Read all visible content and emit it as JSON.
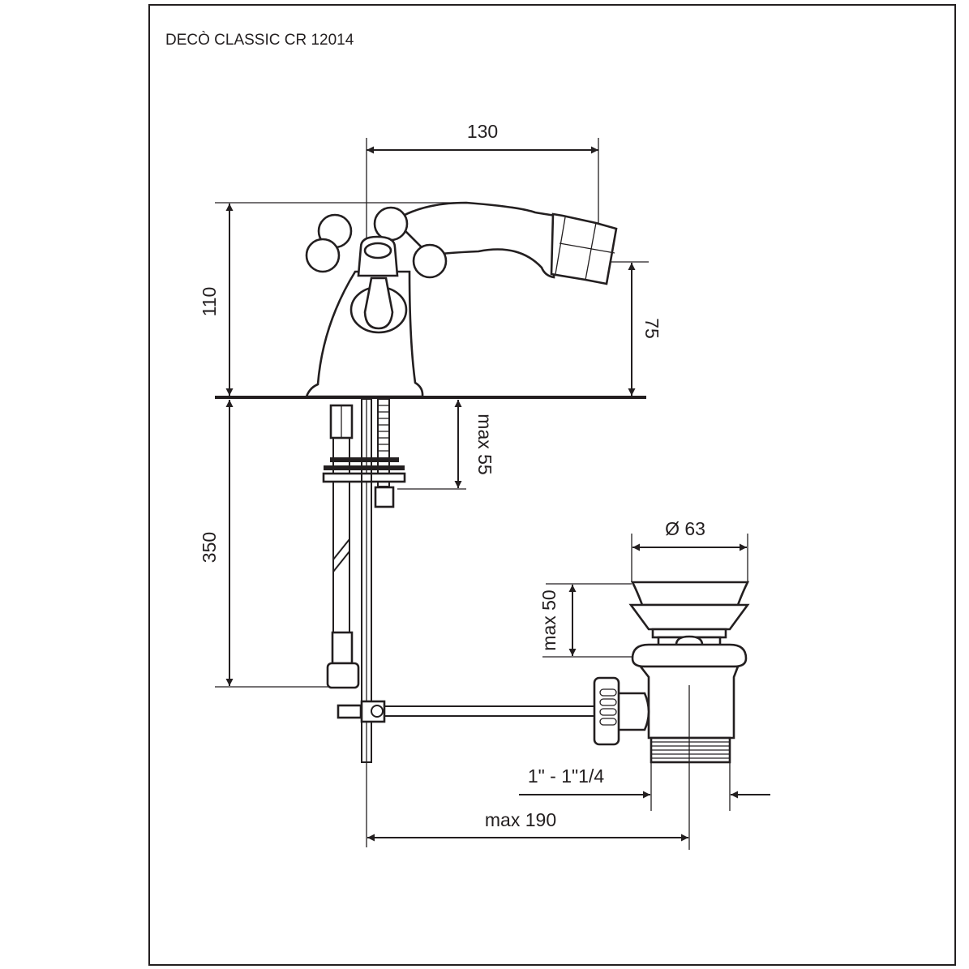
{
  "title": "DECÒ CLASSIC CR 12014",
  "dimensions": {
    "width_spout": "130",
    "height_total": "110",
    "height_spout": "75",
    "max_thickness": "max 55",
    "hose_length": "350",
    "drain_diameter": "Ø 63",
    "drain_max_height": "max 50",
    "drain_thread": "1\" - 1\"1/4",
    "drain_max_distance": "max 190"
  },
  "colors": {
    "line": "#231f20",
    "background": "#ffffff"
  }
}
